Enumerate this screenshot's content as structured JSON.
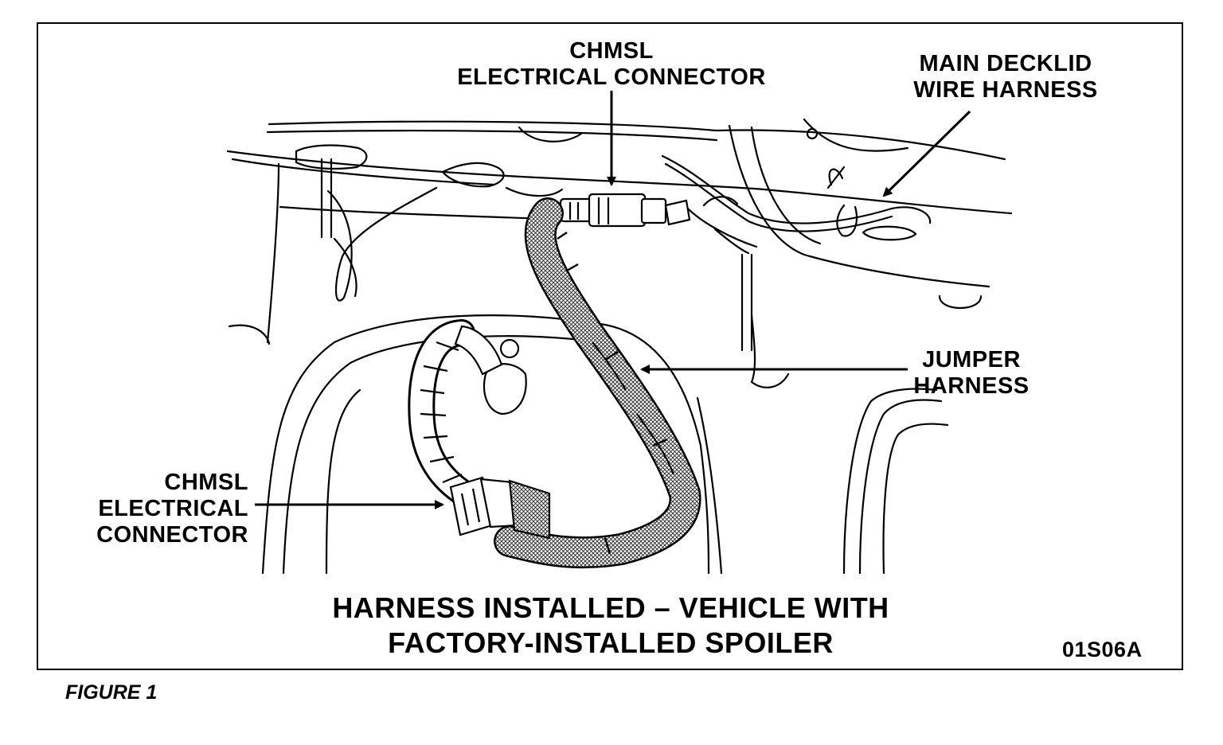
{
  "labels": {
    "top_connector": [
      "CHMSL",
      "ELECTRICAL CONNECTOR"
    ],
    "main_harness": [
      "MAIN DECKLID",
      "WIRE HARNESS"
    ],
    "jumper": [
      "JUMPER",
      "HARNESS"
    ],
    "left_connector": [
      "CHMSL",
      "ELECTRICAL",
      "CONNECTOR"
    ]
  },
  "caption": [
    "HARNESS INSTALLED – VEHICLE WITH",
    "FACTORY-INSTALLED SPOILER"
  ],
  "drawing_code": "01S06A",
  "figure_label": "FIGURE 1"
}
